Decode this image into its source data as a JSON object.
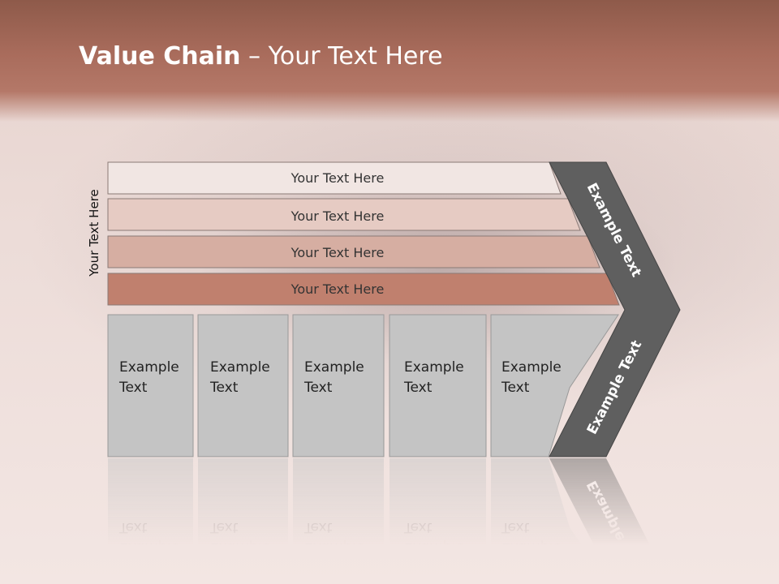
{
  "title": {
    "bold": "Value Chain",
    "rest": " – Your Text Here"
  },
  "side_label": "Your Text Here",
  "bars": [
    {
      "label": "Your Text Here",
      "color": "#f1e6e3"
    },
    {
      "label": "Your Text Here",
      "color": "#e6cbc3"
    },
    {
      "label": "Your Text Here",
      "color": "#d6aea2"
    },
    {
      "label": "Your Text Here",
      "color": "#c0806e"
    }
  ],
  "columns": [
    {
      "line1": "Example",
      "line2": "Text"
    },
    {
      "line1": "Example",
      "line2": "Text"
    },
    {
      "line1": "Example",
      "line2": "Text"
    },
    {
      "line1": "Example",
      "line2": "Text"
    },
    {
      "line1": "Example",
      "line2": "Text"
    }
  ],
  "chevron": {
    "upper_label": "Example Text",
    "lower_label": "Example Text",
    "color": "#5f5f5f"
  },
  "column_color": "#c4c4c4"
}
